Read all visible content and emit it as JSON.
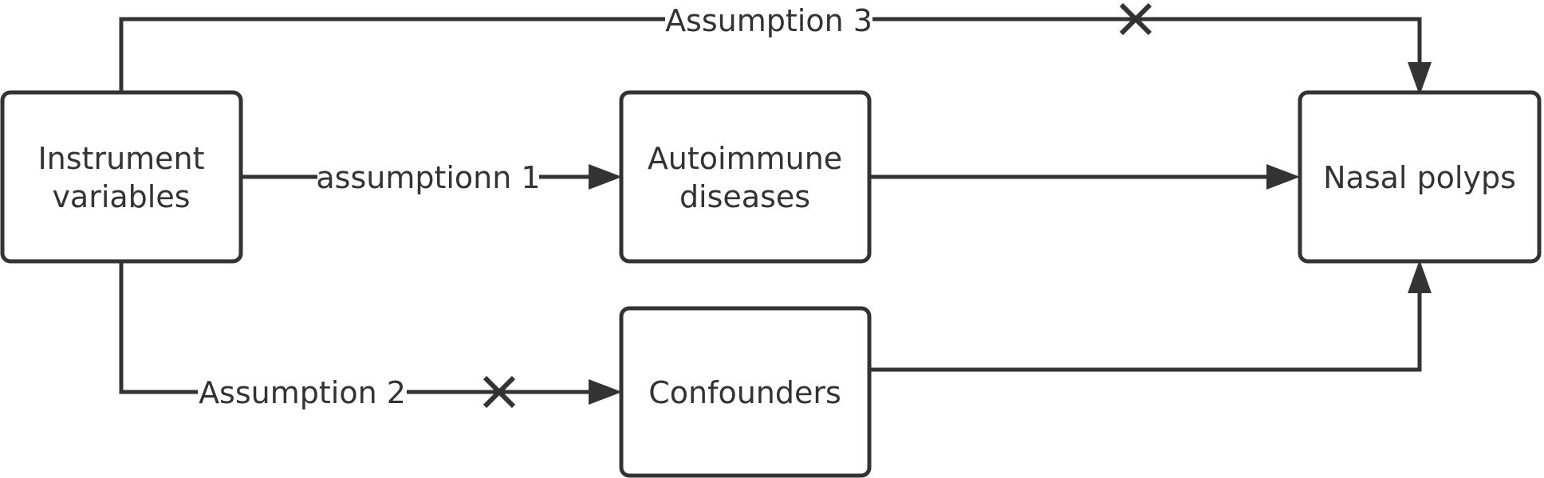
{
  "nodes": {
    "instrument": [
      "Instrument",
      "variables"
    ],
    "autoimmune": [
      "Autoimmune",
      "diseases"
    ],
    "confounders": [
      "Confounders"
    ],
    "nasal": [
      "Nasal polyps"
    ]
  },
  "edges": {
    "assumption1": "assumptionn 1",
    "assumption2": "Assumption 2",
    "assumption3": "Assumption 3"
  },
  "colors": {
    "stroke": "#333333",
    "background": "#ffffff"
  }
}
